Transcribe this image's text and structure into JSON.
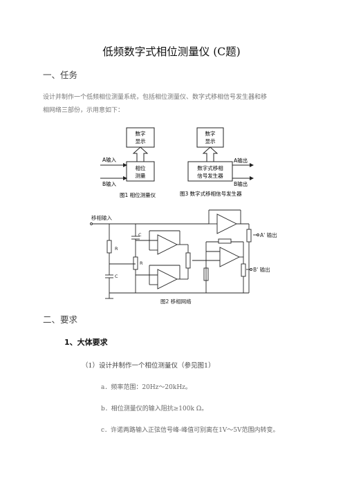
{
  "title": "低频数字式相位测量仪 (C题)",
  "section1": {
    "heading": "一、任务",
    "para_line1": "设计并制作一个低频相位测量系统，包括相位测量仪、数字式移相信号发生器和移",
    "para_line2": "相网络三部份，示用意如下："
  },
  "fig1": {
    "display_top": "数字",
    "display_bottom": "显示",
    "block_top": "相位",
    "block_bottom": "测量",
    "input_a": "A输入",
    "input_b": "B输入",
    "caption": "图1 相位测量仪"
  },
  "fig3": {
    "display_top": "数字",
    "display_bottom": "显示",
    "block_top": "数字式移相",
    "block_bottom": "信号发生器",
    "output_a": "A输出",
    "output_b": "B输出",
    "caption": "图3 数字式移相信号发生器"
  },
  "fig2": {
    "input_label": "移相输入",
    "label_c": "C",
    "label_r": "R",
    "output_a": "A' 输出",
    "output_b": "B' 输出",
    "caption": "图2 移相网络"
  },
  "section2": {
    "heading": "二、要求",
    "sub_heading": "1、大体要求",
    "item1": "（1）设计并制作一个相位测量仪（参见图1）",
    "item_a": "a．频率范围：20Hz～20kHz。",
    "item_b": "b．相位测量仪的输入阻抗≥100k Ω。",
    "item_c": "c．许诺两路输入正弦信号峰-峰值可别离在1V～5V范围内转变。"
  }
}
